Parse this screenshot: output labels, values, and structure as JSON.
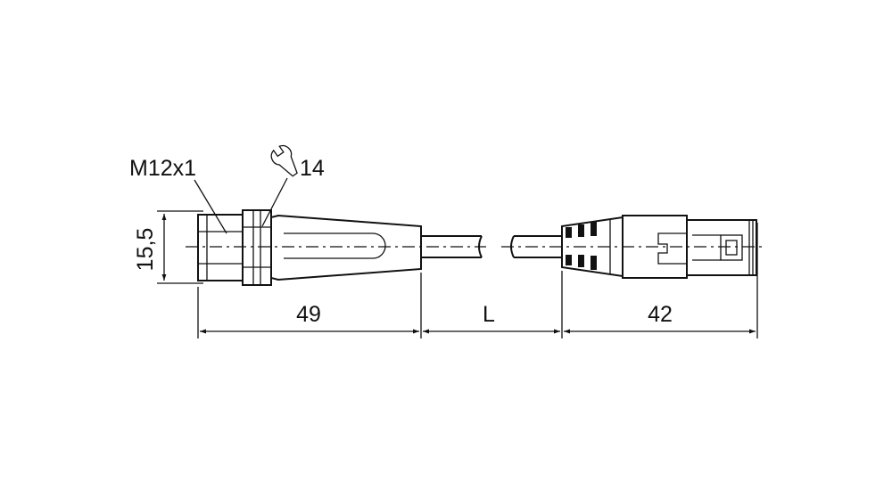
{
  "labels": {
    "thread": "M12x1",
    "wrench_size": "14",
    "height": "15,5",
    "length_left": "49",
    "length_cable": "L",
    "length_right": "42"
  },
  "icons": {
    "wrench": "wrench-icon"
  }
}
